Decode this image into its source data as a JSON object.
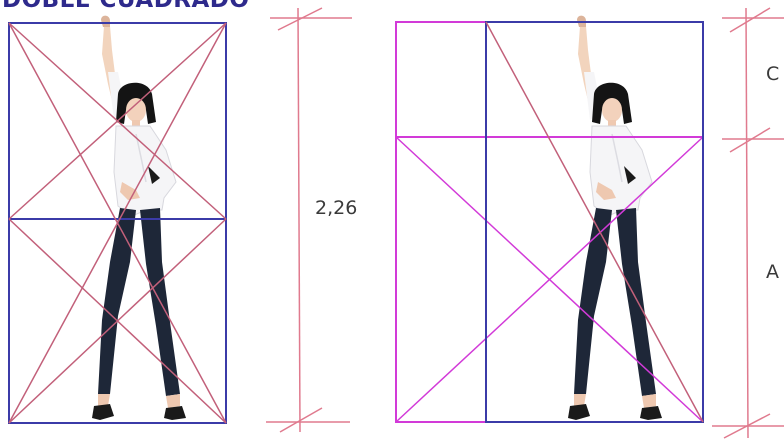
{
  "title": "DOBLE CUADRADO",
  "labels": {
    "ratio": "2,26",
    "segment_upper": "C",
    "segment_lower": "A"
  },
  "colors": {
    "title": "#2e2a8c",
    "frame_blue": "#3b3ba8",
    "diagonal_rose": "#c2607a",
    "golden_magenta": "#d23ad8",
    "measure_line": "#e07a8e",
    "text": "#3a3a3a"
  },
  "figures": {
    "subject": "woman-with-raised-arm-icon"
  }
}
